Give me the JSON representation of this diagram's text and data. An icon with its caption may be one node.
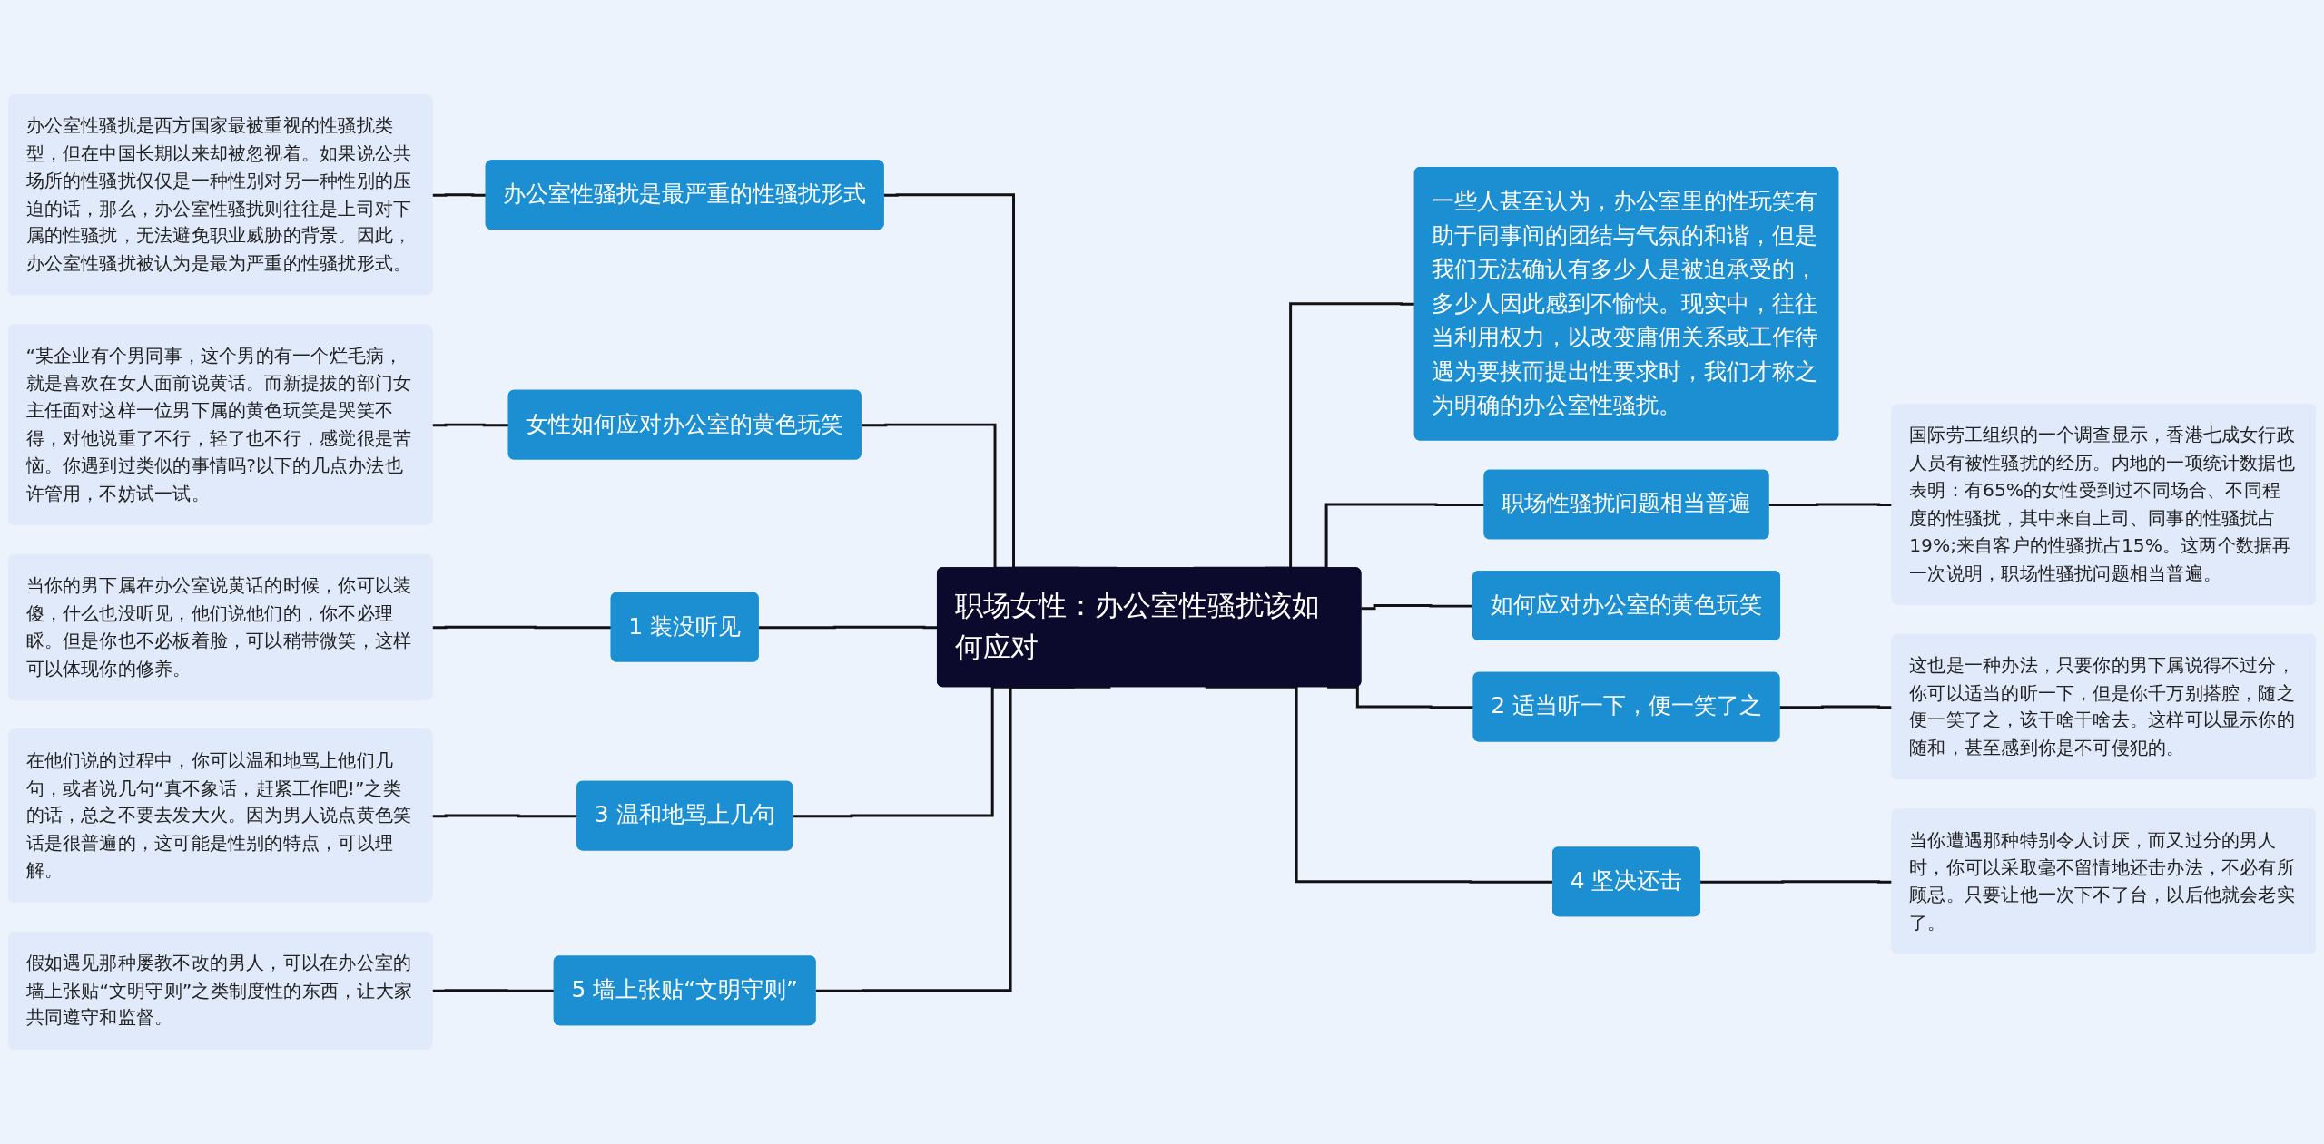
{
  "diagram": {
    "nodes": [
      {
        "text": [
          "职场女性：办公室性骚扰该如何应对"
        ]
      },
      {
        "text": [
          "办公室性骚扰是最严重的性骚扰形式"
        ]
      },
      {
        "text": [
          "办公室性骚扰是西方国家最被重视的性骚扰类型，但在中国长期以来却被忽视着。如果说公共场所的性骚扰仅仅是一种性别对另一种性别的压迫的话，那么，办公室性骚扰则往往是上司对下属的性骚扰，无法避免职业威胁的背景。因此，办公室性骚扰被认为是最为严重的性骚扰形式。"
        ]
      },
      {
        "text": [
          "女性如何应对办公室的黄色玩笑"
        ]
      },
      {
        "text": [
          "“某企业有个男同事，这个男的有一个烂毛病，就是喜欢在女人面前说黄话。而新提拔的部门女主任面对这样一位男下属的黄色玩笑是哭笑不得，对他说重了不行，轻了也不行，感觉很是苦恼。你遇到过类似的事情吗?以下的几点办法也许管用，不妨试一试。"
        ]
      },
      {
        "text": [
          "1 装没听见"
        ]
      },
      {
        "text": [
          "当你的男下属在办公室说黄话的时候，你可以装傻，什么也没听见，他们说他们的，你不必理睬。但是你也不必板着脸，可以稍带微笑，这样可以体现你的修养。"
        ]
      },
      {
        "text": [
          "3 温和地骂上几句"
        ]
      },
      {
        "text": [
          "在他们说的过程中，你可以温和地骂上他们几句，或者说几句“真不象话，赶紧工作吧!”之类的话，总之不要去发大火。因为男人说点黄色笑话是很普遍的，这可能是性别的特点，可以理解。"
        ]
      },
      {
        "text": [
          "5 墙上张贴“文明守则”"
        ]
      },
      {
        "text": [
          "假如遇见那种屡教不改的男人，可以在办公室的墙上张贴“文明守则”之类制度性的东西，让大家共同遵守和监督。"
        ]
      },
      {
        "text": [
          "一些人甚至认为，办公室里的性玩笑有助于同事间的团结与气氛的和谐，但是我们无法确认有多少人是被迫承受的，多少人因此感到不愉快。现实中，往往当利用权力，以改变庸佣关系或工作待遇为要挟而提出性要求时，我们才称之为明确的办公室性骚扰。"
        ]
      },
      {
        "text": [
          "职场性骚扰问题相当普遍"
        ]
      },
      {
        "text": [
          "国际劳工组织的一个调查显示，香港七成女行政人员有被性骚扰的经历。内地的一项统计数据也表明：有65%的女性受到过不同场合、不同程度的性骚扰，其中来自上司、同事的性骚扰占19%;来自客户的性骚扰占15%。这两个数据再一次说明，职场性骚扰问题相当普遍。"
        ]
      },
      {
        "text": [
          "如何应对办公室的黄色玩笑"
        ]
      },
      {
        "text": [
          "2 适当听一下，便一笑了之"
        ]
      },
      {
        "text": [
          "这也是一种办法，只要你的男下属说得不过分，你可以适当的听一下，但是你千万别搭腔，随之便一笑了之，该干啥干啥去。这样可以显示你的随和，甚至感到你是不可侵犯的。"
        ]
      },
      {
        "text": [
          "4 坚决还击"
        ]
      },
      {
        "text": [
          "当你遭遇那种特别令人讨厌，而又过分的男人时，你可以采取毫不留情地还击办法，不必有所顾忌。只要让他一次下不了台，以后他就会老实了。"
        ]
      }
    ],
    "edges": [
      {
        "from": 2,
        "to": 1,
        "arrow": "none"
      },
      {
        "from": 1,
        "to": 0,
        "arrow": "none"
      },
      {
        "from": 4,
        "to": 3,
        "arrow": "none"
      },
      {
        "from": 3,
        "to": 0,
        "arrow": "none"
      },
      {
        "from": 6,
        "to": 5,
        "arrow": "none"
      },
      {
        "from": 5,
        "to": 0,
        "arrow": "none"
      },
      {
        "from": 8,
        "to": 7,
        "arrow": "none"
      },
      {
        "from": 7,
        "to": 0,
        "arrow": "none"
      },
      {
        "from": 10,
        "to": 9,
        "arrow": "none"
      },
      {
        "from": 9,
        "to": 0,
        "arrow": "none"
      },
      {
        "from": 0,
        "to": 11,
        "arrow": "none"
      },
      {
        "from": 0,
        "to": 12,
        "arrow": "none"
      },
      {
        "from": 12,
        "to": 13,
        "arrow": "none"
      },
      {
        "from": 0,
        "to": 14,
        "arrow": "none"
      },
      {
        "from": 0,
        "to": 15,
        "arrow": "none"
      },
      {
        "from": 15,
        "to": 16,
        "arrow": "none"
      },
      {
        "from": 0,
        "to": 17,
        "arrow": "none"
      },
      {
        "from": 17,
        "to": 18,
        "arrow": "none"
      }
    ]
  }
}
